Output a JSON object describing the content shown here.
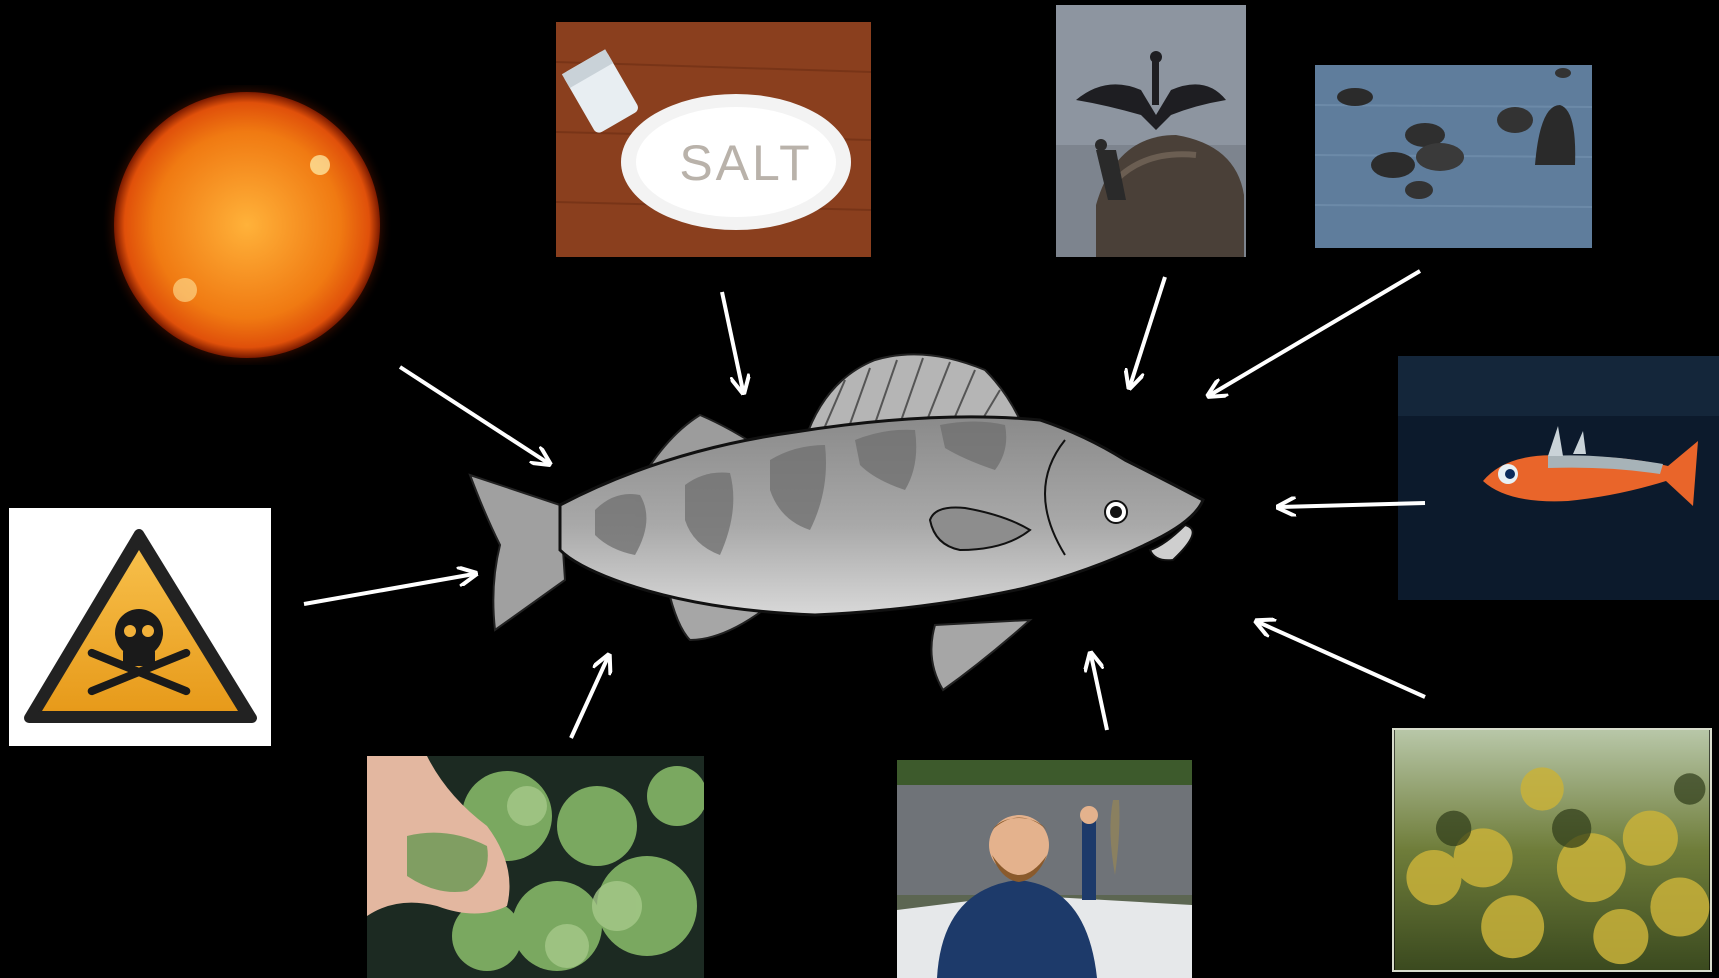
{
  "slide": {
    "center": {
      "name": "perch-fish-illustration"
    },
    "factors": [
      {
        "id": "sun",
        "icon": "sun-icon"
      },
      {
        "id": "salt",
        "icon": "salt-icon",
        "text": "SALT"
      },
      {
        "id": "cormorants",
        "icon": "cormorant-birds-icon"
      },
      {
        "id": "seals",
        "icon": "seals-icon"
      },
      {
        "id": "stickleback",
        "icon": "stickleback-fish-icon"
      },
      {
        "id": "vegetation",
        "icon": "underwater-vegetation-icon"
      },
      {
        "id": "fisherman",
        "icon": "fisherman-icon"
      },
      {
        "id": "algae",
        "icon": "algae-bloom-icon"
      },
      {
        "id": "toxic",
        "icon": "toxic-warning-icon"
      }
    ],
    "colors": {
      "background": "#000000",
      "arrow": "#ffffff",
      "warning": "#f0a21a"
    }
  }
}
